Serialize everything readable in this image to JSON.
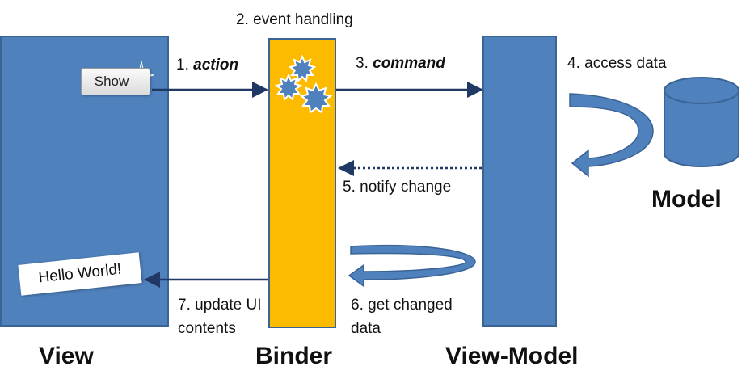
{
  "panels": {
    "view": "View",
    "binder": "Binder",
    "viewmodel": "View-Model",
    "model": "Model"
  },
  "header": {
    "event_handling": "2. event handling"
  },
  "steps": {
    "action_num": "1. ",
    "action_word": "action",
    "command_num": "3. ",
    "command_word": "command",
    "access_data": "4. access data",
    "notify_change": "5. notify change",
    "get_changed_line1": "6. get changed",
    "get_changed_line2": "data",
    "update_ui_line1": "7. update UI",
    "update_ui_line2": "contents"
  },
  "widgets": {
    "show_button": "Show",
    "hello_world": "Hello World!"
  },
  "colors": {
    "panel_blue": "#4f81bd",
    "panel_border": "#3a6396",
    "binder_yellow": "#fdbb00",
    "arrow_navy": "#1f3864"
  },
  "icons": [
    "gears-icon",
    "cursor-sparkle-icon",
    "database-cylinder-icon",
    "curved-arrow-icon"
  ]
}
